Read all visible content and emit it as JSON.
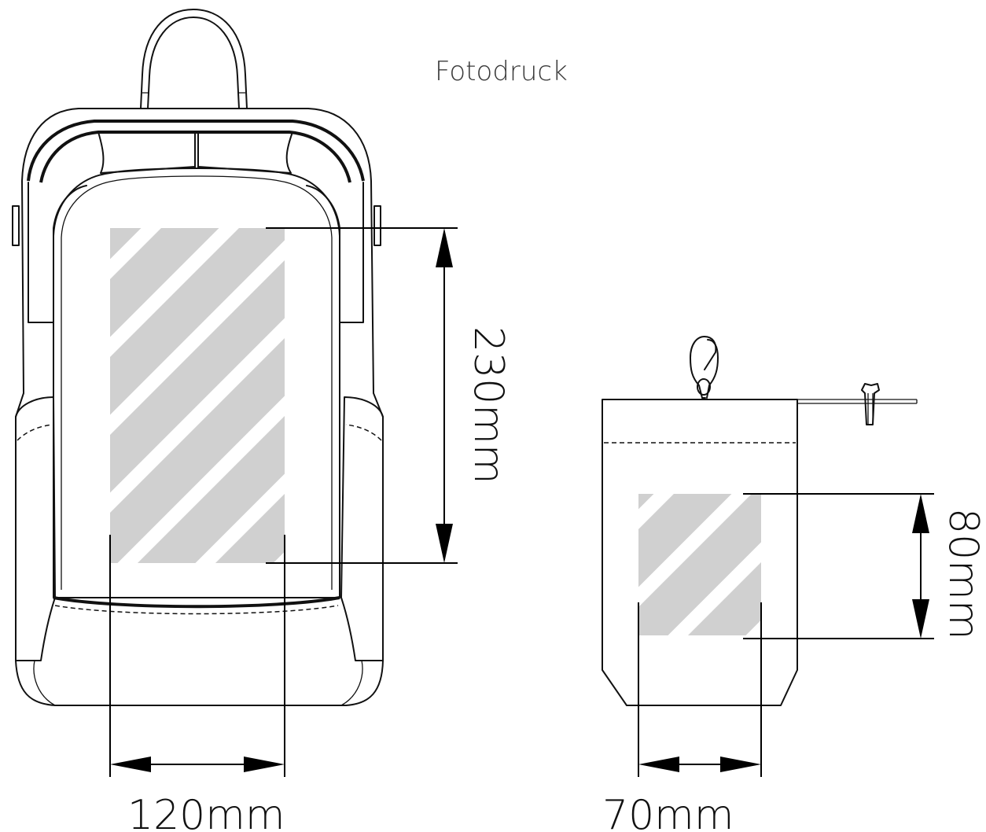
{
  "title": "Fotodruck",
  "backpack": {
    "height_label": "230mm",
    "width_label": "120mm",
    "print_height_mm": 230,
    "print_width_mm": 120
  },
  "pouch": {
    "height_label": "80mm",
    "width_label": "70mm",
    "print_height_mm": 80,
    "print_width_mm": 70
  },
  "colors": {
    "line": "#111111",
    "print_area": "#d0d0d0",
    "label": "#3a3a3a"
  }
}
